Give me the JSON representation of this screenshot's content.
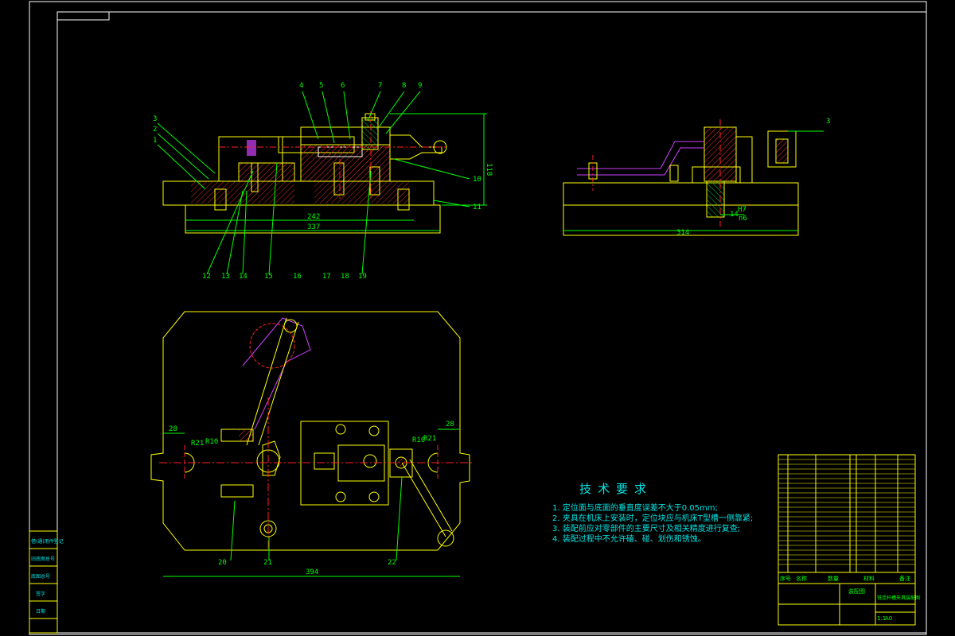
{
  "colors": {
    "background": "#000000",
    "frame": "#ffffff",
    "part_outline": "#ffff00",
    "dimension": "#00ff00",
    "center_line": "#ff2020",
    "workpiece": "#d040ff",
    "hatch": "#ff3030",
    "text_cyan": "#00e5e5"
  },
  "front_view": {
    "balloons": [
      "4",
      "5",
      "6",
      "7",
      "8",
      "9",
      "3",
      "2",
      "1",
      "10",
      "11",
      "12",
      "13",
      "14",
      "15",
      "16",
      "17",
      "18",
      "19"
    ],
    "dimensions": {
      "inner_width": "242",
      "overall_width": "337",
      "height": "118"
    }
  },
  "side_view": {
    "balloon": "3",
    "dimensions": {
      "width": "314",
      "fit_top": "H7",
      "fit_bottom": "n6",
      "fit_prefix": "14"
    }
  },
  "top_view": {
    "balloons": [
      "20",
      "21",
      "22"
    ],
    "dimensions": {
      "width": "394",
      "left_slot": "28",
      "right_slot": "28",
      "r_outer_left": "R21",
      "r_inner_left": "R10",
      "r_outer_right": "R21",
      "r_inner_right": "R10"
    }
  },
  "technical_requirements": {
    "title": "技术要求",
    "items": [
      "1. 定位面与底面的垂直度误差不大于0.05mm;",
      "2. 夹具在机床上安装时，定位块应与机床T型槽一侧靠紧;",
      "3. 装配前应对零部件的主要尺寸及相关精度进行复查;",
      "4. 装配过程中不允许磕、碰、划伤和锈蚀。"
    ]
  },
  "title_block": {
    "drawing_name": "装配图",
    "product_name": "铣连杆槽夹具装配图",
    "scale": "1:1",
    "sheet": "A0",
    "header_cols": [
      "序号",
      "名称",
      "数量",
      "材料",
      "备注"
    ]
  },
  "side_stamp": [
    "借(通)用件登记",
    "旧底图总号",
    "底图总号",
    "签字",
    "日期"
  ]
}
